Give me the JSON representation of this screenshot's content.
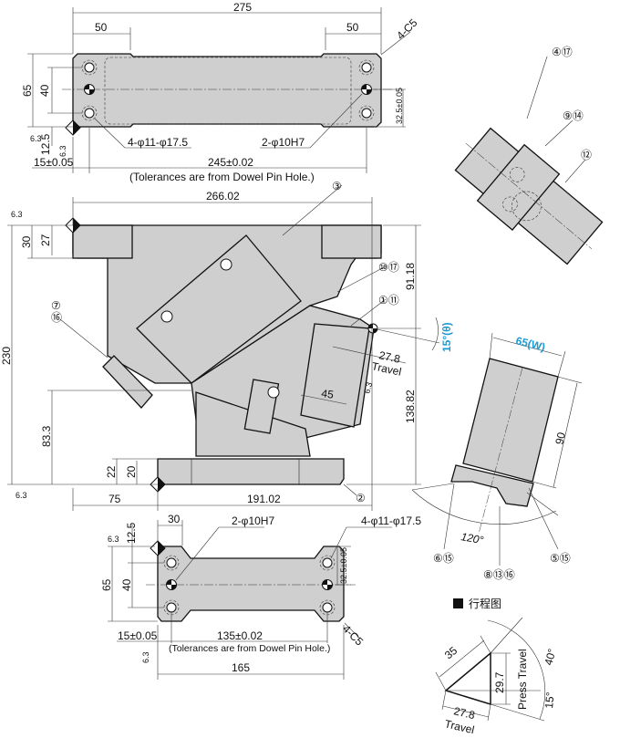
{
  "top_view": {
    "dim_total_width": "275",
    "dim_left_end": "50",
    "dim_right_end": "50",
    "chamfer": "4-C5",
    "dim_height": "65",
    "dim_hole_pitch": "40",
    "dim_edge": "12.5",
    "dim_dowel_offset": "15±0.05",
    "dim_dowel_pitch": "245±0.02",
    "dim_half_height": "32.5±0.05",
    "hole_callout": "4-φ11-φ17.5",
    "dowel_callout": "2-φ10H7",
    "note": "(Tolerances are from Dowel Pin Hole.)",
    "roughness": "6.3"
  },
  "front_view": {
    "dim_width": "266.02",
    "dim_total_height": "230",
    "dim_flange_30": "30",
    "dim_flange_27": "27",
    "dim_83": "83.3",
    "dim_22": "22",
    "dim_20": "20",
    "dim_75": "75",
    "dim_191": "191.02",
    "dim_upper": "91.18",
    "dim_lower": "138.82",
    "angle": "15°(θ)",
    "travel_value": "27.8",
    "travel_label": "Travel",
    "dim_45": "45",
    "roughness": "6.3",
    "callouts": {
      "c3": "③",
      "c10_17": "⑩⑰",
      "c1_11": "①⑪",
      "c7": "⑦",
      "c16": "⑯",
      "c2": "②"
    }
  },
  "bottom_view": {
    "dim_30": "30",
    "dim_edge": "12.5",
    "dim_height": "65",
    "dim_hole_pitch": "40",
    "dowel_callout": "2-φ10H7",
    "hole_callout": "4-φ11-φ17.5",
    "dim_half_height": "32.5±0.05",
    "dim_dowel_offset": "15±0.05",
    "dim_dowel_pitch": "135±0.02",
    "note": "(Tolerances are from Dowel Pin Hole.)",
    "dim_total_width": "165",
    "chamfer": "4-C5",
    "roughness": "6.3"
  },
  "side_views": {
    "callout_4_17": "④⑰",
    "callout_9_14": "⑨⑭",
    "callout_12": "⑫",
    "width_label": "65(W)",
    "dim_90": "90",
    "angle_120": "120°",
    "callout_6_15": "⑥⑮",
    "callout_5_15": "⑤⑮",
    "callout_8_13_16": "⑧⑬⑯"
  },
  "stroke_diagram": {
    "title": "行程图",
    "dim_35": "35",
    "dim_29_7": "29.7",
    "press_travel": "Press Travel",
    "angle_40": "40°",
    "angle_15": "15°",
    "travel_value": "27.8",
    "travel_label": "Travel"
  },
  "colors": {
    "accent": "#1d9ad1",
    "part_fill": "#cfcfcf"
  }
}
